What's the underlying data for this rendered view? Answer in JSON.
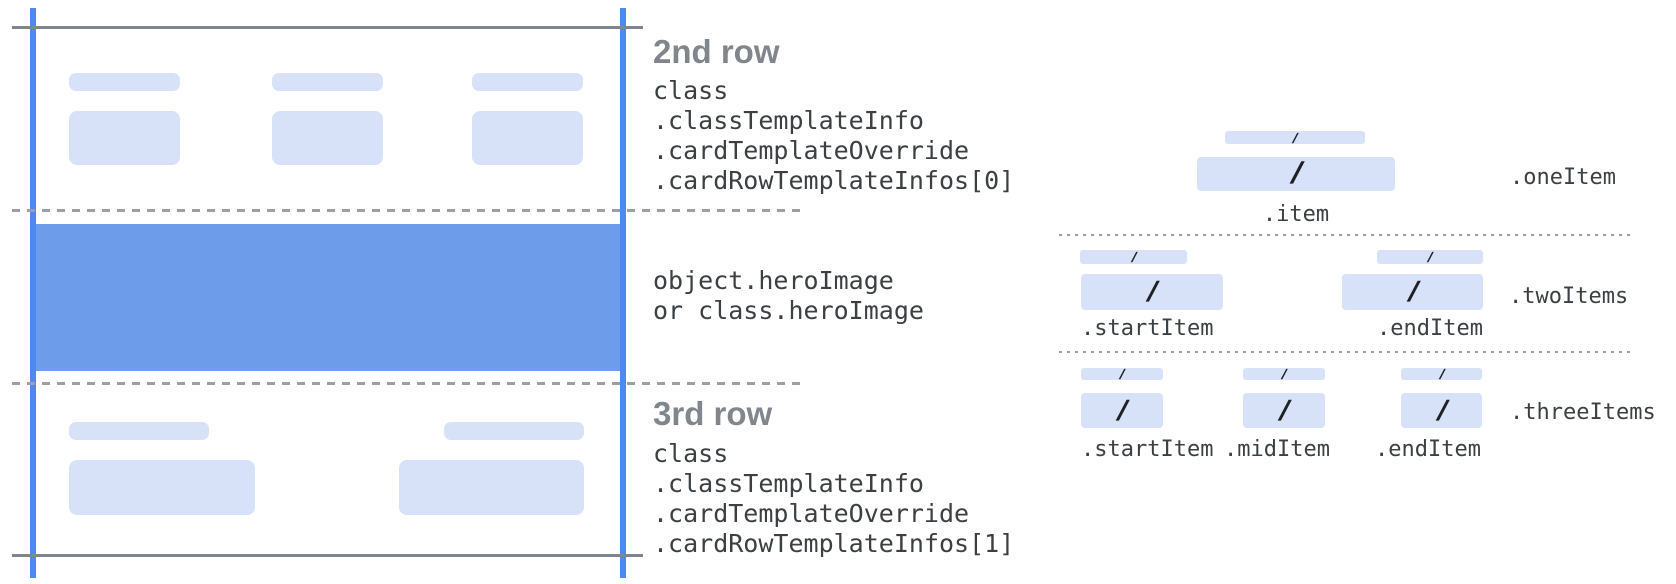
{
  "colors": {
    "line_blue": "#4f88f0",
    "hero_blue": "#6d9ceb",
    "chip_blue": "#d7e1f8",
    "line_gray": "#80868b",
    "dash_gray": "#9aa0a6",
    "heading_gray": "#80868b",
    "code_dark": "#3c4043",
    "slash_dark": "#1f2023"
  },
  "annotations": {
    "row2": {
      "heading": "2nd row",
      "lines": [
        "class",
        ".classTemplateInfo",
        ".cardTemplateOverride",
        ".cardRowTemplateInfos[0]"
      ]
    },
    "hero": {
      "lines": [
        "object.heroImage",
        "or class.heroImage"
      ]
    },
    "row3": {
      "heading": "3rd row",
      "lines": [
        "class",
        ".classTemplateInfo",
        ".cardTemplateOverride",
        ".cardRowTemplateInfos[1]"
      ]
    }
  },
  "item_layouts": {
    "slash": "/",
    "one_item": {
      "name": ".oneItem",
      "item_label": ".item"
    },
    "two_items": {
      "name": ".twoItems",
      "start_label": ".startItem",
      "end_label": ".endItem"
    },
    "three_items": {
      "name": ".threeItems",
      "start_label": ".startItem",
      "mid_label": ".midItem",
      "end_label": ".endItem"
    }
  }
}
